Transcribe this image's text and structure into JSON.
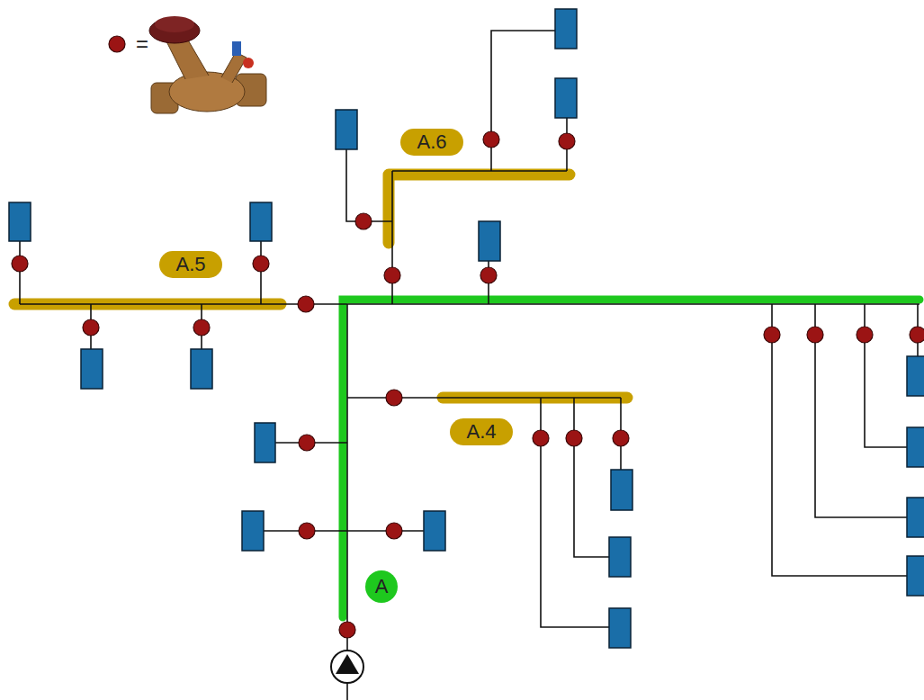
{
  "diagram": {
    "nodes": [
      {
        "text": [
          "A.6"
        ]
      },
      {
        "text": [
          "A.5"
        ]
      },
      {
        "text": [
          "A.4"
        ]
      },
      {
        "text": [
          "A"
        ]
      }
    ],
    "labels": [
      "="
    ]
  }
}
